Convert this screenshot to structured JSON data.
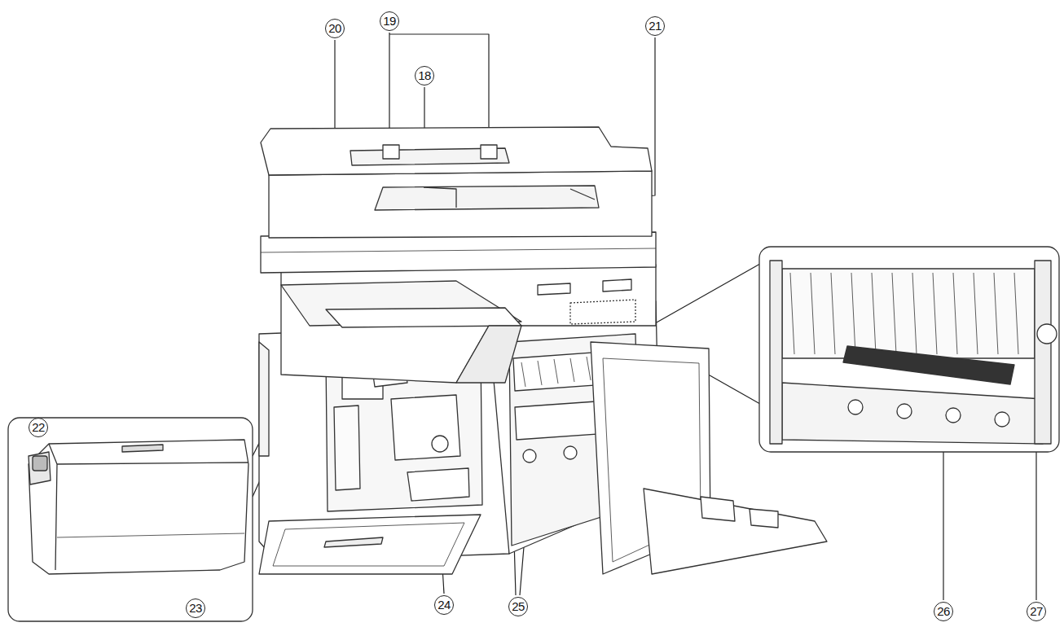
{
  "diagram": {
    "labels": [
      "20",
      "19",
      "18",
      "21",
      "22",
      "23",
      "24",
      "25",
      "26",
      "27"
    ]
  }
}
